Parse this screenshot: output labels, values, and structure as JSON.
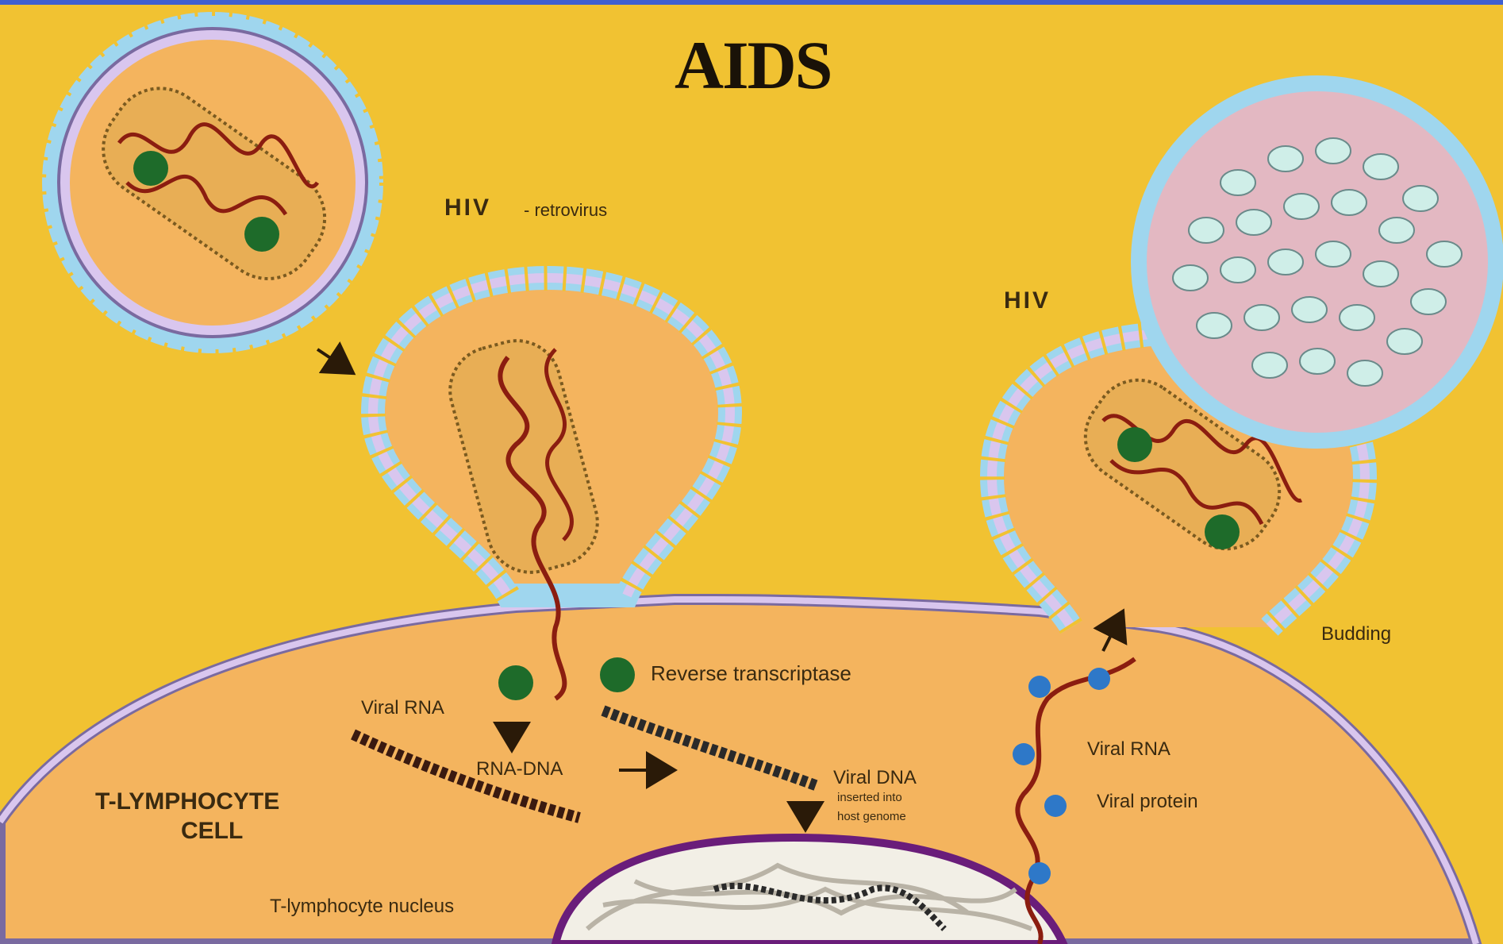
{
  "title": "AIDS",
  "labels": {
    "hiv_retrovirus_main": "HIV",
    "hiv_retrovirus_sub": "- retrovirus",
    "hiv_right": "HIV",
    "budding": "Budding",
    "reverse_transcriptase": "Reverse transcriptase",
    "viral_rna_left": "Viral RNA",
    "rna_dna": "RNA-DNA",
    "viral_dna": "Viral DNA",
    "viral_dna_sub1": "inserted into",
    "viral_dna_sub2": "host genome",
    "t_cell_line1": "T-LYMPHOCYTE",
    "t_cell_line2": "CELL",
    "t_nucleus": "T-lymphocyte nucleus",
    "viral_rna_right": "Viral RNA",
    "viral_protein": "Viral protein"
  },
  "colors": {
    "background": "#f1c232",
    "cell_fill": "#f4b45e",
    "membrane": "#d9c6ee",
    "membrane_edge": "#7a6aa0",
    "spike": "#9fd6ee",
    "rna": "#8b1d10",
    "enzyme": "#1e6b2a",
    "nucleus_edge": "#6a1d7a",
    "protein_bead": "#2e78c8",
    "text": "#3a2a10"
  },
  "icons": [
    "arrow-icon"
  ]
}
